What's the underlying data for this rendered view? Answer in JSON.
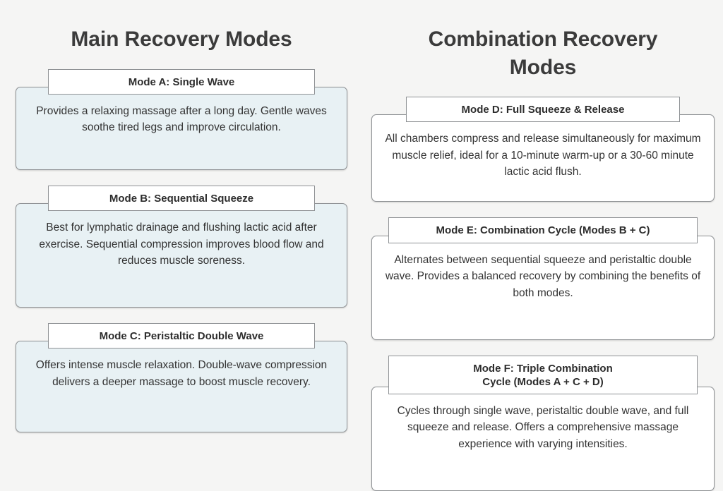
{
  "background_color": "#f5f5f4",
  "columns": [
    {
      "id": "main-recovery-modes",
      "title": "Main Recovery Modes",
      "body_color": "#e8f1f4",
      "cards": [
        {
          "id": "mode-a",
          "header": "Mode A: Single Wave",
          "body": "Provides a relaxing massage after a long day. Gentle waves soothe tired legs and improve circulation."
        },
        {
          "id": "mode-b",
          "header": "Mode B: Sequential Squeeze",
          "body": "Best for lymphatic drainage and flushing lactic acid after exercise. Sequential compression improves blood flow and reduces muscle soreness."
        },
        {
          "id": "mode-c",
          "header": "Mode C: Peristaltic Double Wave",
          "body": "Offers intense muscle relaxation. Double-wave compression delivers a deeper massage to boost muscle recovery."
        }
      ]
    },
    {
      "id": "combination-recovery-modes",
      "title": "Combination Recovery Modes",
      "body_color": "#ffffff",
      "cards": [
        {
          "id": "mode-d",
          "header": "Mode D: Full Squeeze & Release",
          "body": "All chambers compress and release simultaneously for maximum muscle relief, ideal for a 10-minute warm-up or a 30-60 minute lactic acid flush."
        },
        {
          "id": "mode-e",
          "header": "Mode E: Combination Cycle (Modes B + C)",
          "body": "Alternates between sequential squeeze and peristaltic double wave. Provides a balanced recovery by combining the benefits of both modes."
        },
        {
          "id": "mode-f",
          "header_line_1": "Mode F: Triple Combination",
          "header_line_2": "Cycle (Modes A + C + D)",
          "body": "Cycles through single wave, peristaltic double wave, and full squeeze and release. Offers a comprehensive massage experience with varying intensities."
        }
      ]
    }
  ]
}
